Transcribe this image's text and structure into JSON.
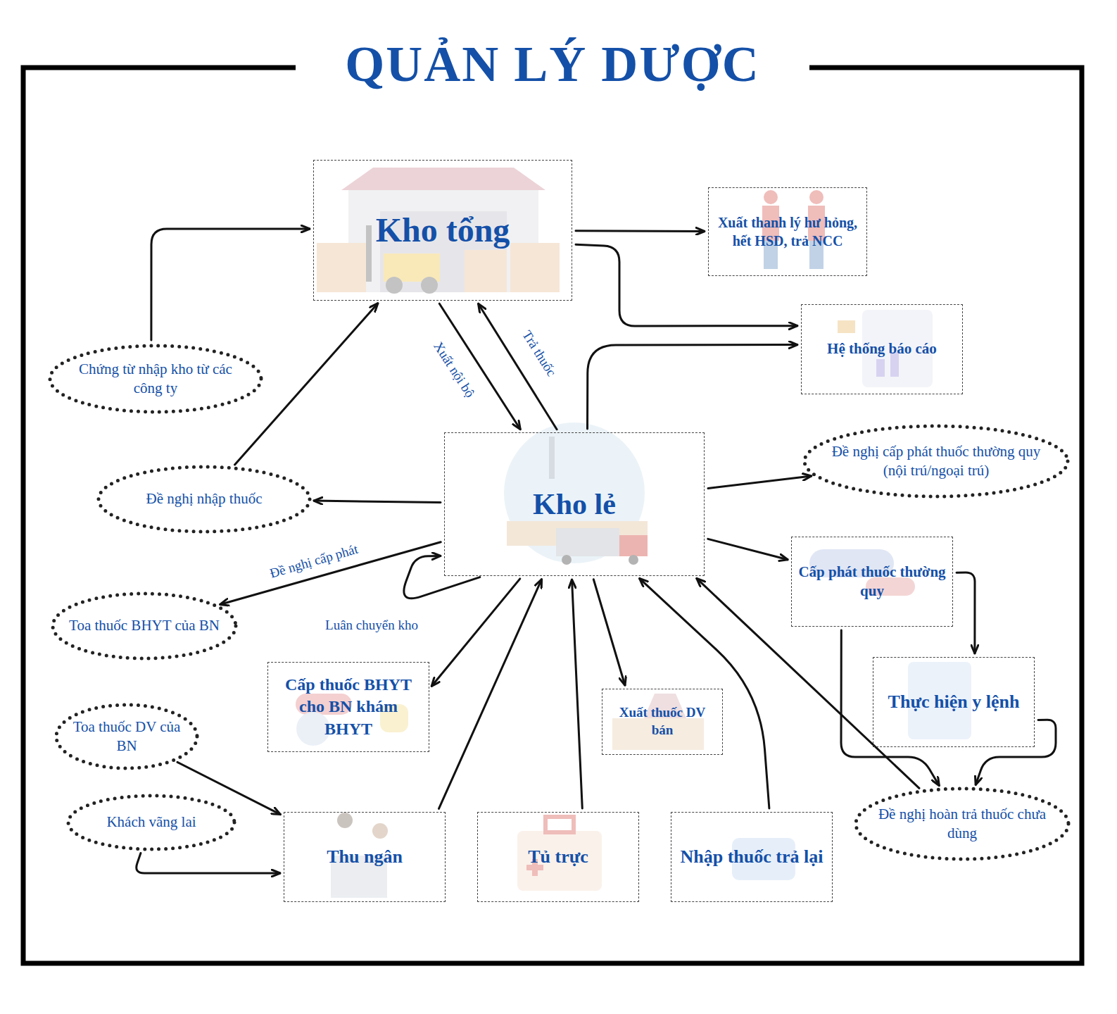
{
  "diagram": {
    "title": "QUẢN LÝ DƯỢC",
    "nodes": [
      {
        "text": [
          "Kho tổng"
        ]
      },
      {
        "text": [
          "Xuất thanh lý hư hỏng, hết HSD, trả NCC"
        ]
      },
      {
        "text": [
          "Hệ thống báo cáo"
        ]
      },
      {
        "text": [
          "Chứng từ nhập kho từ các công ty"
        ]
      },
      {
        "text": [
          "Kho lẻ"
        ]
      },
      {
        "text": [
          "Đề nghị nhập thuốc"
        ]
      },
      {
        "text": [
          "Đề nghị cấp phát thuốc thường quy (nội trú/ngoại trú)"
        ]
      },
      {
        "text": [
          "Cấp phát thuốc thường quy"
        ]
      },
      {
        "text": [
          "Toa thuốc BHYT của BN"
        ]
      },
      {
        "text": [
          "Cấp thuốc BHYT cho BN khám BHYT"
        ]
      },
      {
        "text": [
          "Thực hiện y lệnh"
        ]
      },
      {
        "text": [
          "Xuất thuốc DV bán"
        ]
      },
      {
        "text": [
          "Toa thuốc DV của BN"
        ]
      },
      {
        "text": [
          "Khách vãng lai"
        ]
      },
      {
        "text": [
          "Đề nghị hoàn trả thuốc chưa dùng"
        ]
      },
      {
        "text": [
          "Thu ngân"
        ]
      },
      {
        "text": [
          "Tủ trực"
        ]
      },
      {
        "text": [
          "Nhập thuốc trả lại"
        ]
      }
    ],
    "edges": [
      {
        "from": 3,
        "to": 0,
        "arrow": "to"
      },
      {
        "from": 5,
        "to": 0,
        "arrow": "to"
      },
      {
        "from": 0,
        "to": 1,
        "arrow": "to"
      },
      {
        "from": 0,
        "to": 2,
        "arrow": "to"
      },
      {
        "from": 0,
        "to": 4,
        "label": "Xuất nội bộ",
        "arrow": "to"
      },
      {
        "from": 4,
        "to": 0,
        "label": "Trả thuốc",
        "arrow": "to"
      },
      {
        "from": 4,
        "to": 2,
        "arrow": "to"
      },
      {
        "from": 4,
        "to": 5,
        "arrow": "to"
      },
      {
        "from": 4,
        "to": 8,
        "label": "Đề nghị cấp phát",
        "arrow": "to"
      },
      {
        "from": 4,
        "to": 4,
        "label": "Luân chuyển kho",
        "arrow": "to"
      },
      {
        "from": 4,
        "to": 6,
        "arrow": "to"
      },
      {
        "from": 4,
        "to": 7,
        "arrow": "to"
      },
      {
        "from": 4,
        "to": 9,
        "arrow": "to"
      },
      {
        "from": 4,
        "to": 11,
        "arrow": "to"
      },
      {
        "from": 15,
        "to": 4,
        "arrow": "to"
      },
      {
        "from": 16,
        "to": 4,
        "arrow": "to"
      },
      {
        "from": 17,
        "to": 4,
        "arrow": "to"
      },
      {
        "from": 14,
        "to": 4,
        "arrow": "to"
      },
      {
        "from": 12,
        "to": 15,
        "arrow": "to"
      },
      {
        "from": 13,
        "to": 15,
        "arrow": "to"
      },
      {
        "from": 7,
        "to": 10,
        "arrow": "to"
      },
      {
        "from": 7,
        "to": 14,
        "arrow": "to"
      },
      {
        "from": 10,
        "to": 14,
        "arrow": "to"
      }
    ]
  }
}
